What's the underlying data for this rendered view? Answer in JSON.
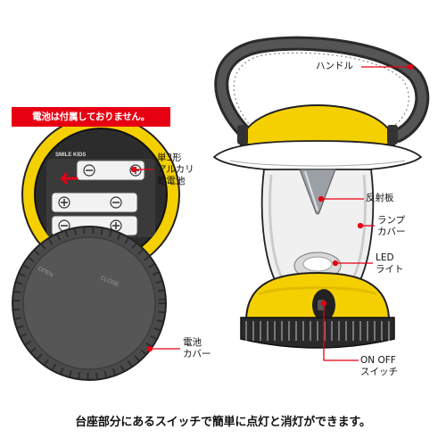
{
  "notice": "電池は付属しておりません。",
  "brand_text": "SMILE KIDS",
  "cap_text": {
    "open": "OPEN",
    "close": "CLOSE"
  },
  "labels": {
    "handle": "ハンドル",
    "battery": [
      "単3形",
      "アルカリ",
      "乾電池"
    ],
    "reflector": "反射板",
    "lamp_cover": [
      "ランプ",
      "カバー"
    ],
    "led": [
      "LED",
      "ライト"
    ],
    "battery_cover": [
      "電池",
      "カバー"
    ],
    "switch": [
      "ON OFF",
      "スイッチ"
    ]
  },
  "caption": "台座部分にあるスイッチで簡単に点灯と消灯ができます。",
  "colors": {
    "accent": "#e60012",
    "yellow": "#f5d000",
    "dark": "#4a4a4a"
  }
}
